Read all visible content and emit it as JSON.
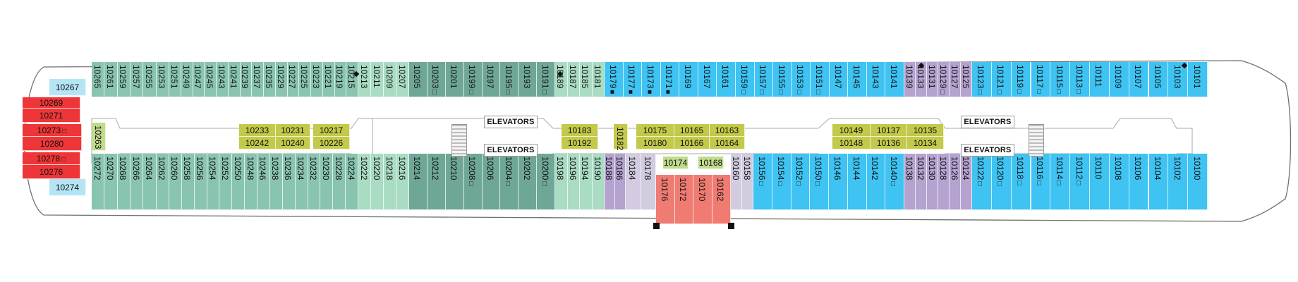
{
  "colors": {
    "blue": "#3ec3f2",
    "teal_dark": "#6fa796",
    "teal_mid": "#89c4b0",
    "mint": "#a9dcc3",
    "lavender": "#b4a2cf",
    "lilac_light": "#d3cbe0",
    "light_blue": "#b5e5f5",
    "red": "#ee3537",
    "salmon": "#ef7b72",
    "olive": "#c3c94a",
    "light_green": "#c0db8c",
    "pale_grey": "#dcdcdc"
  },
  "labels": {
    "elevators": "ELEVATORS"
  },
  "symbols": {
    "accessible": "□",
    "connecting": "■",
    "hearing": "⌂"
  },
  "cabins": {
    "upper_row": [
      {
        "n": "10265",
        "c": "teal_mid",
        "s": ""
      },
      {
        "n": "10261",
        "c": "teal_mid",
        "s": ""
      },
      {
        "n": "10259",
        "c": "teal_mid",
        "s": ""
      },
      {
        "n": "10257",
        "c": "teal_mid",
        "s": ""
      },
      {
        "n": "10255",
        "c": "teal_mid",
        "s": ""
      },
      {
        "n": "10253",
        "c": "teal_mid",
        "s": ""
      },
      {
        "n": "10251",
        "c": "teal_mid",
        "s": ""
      },
      {
        "n": "10249",
        "c": "teal_mid",
        "s": ""
      },
      {
        "n": "10247",
        "c": "teal_mid",
        "s": ""
      },
      {
        "n": "10245",
        "c": "teal_mid",
        "s": ""
      },
      {
        "n": "10243",
        "c": "teal_mid",
        "s": ""
      },
      {
        "n": "10241",
        "c": "teal_mid",
        "s": ""
      },
      {
        "n": "10239",
        "c": "teal_mid",
        "s": ""
      },
      {
        "n": "10237",
        "c": "teal_mid",
        "s": ""
      },
      {
        "n": "10235",
        "c": "teal_mid",
        "s": ""
      },
      {
        "n": "10229",
        "c": "teal_mid",
        "s": ""
      },
      {
        "n": "10227",
        "c": "teal_mid",
        "s": ""
      },
      {
        "n": "10225",
        "c": "teal_mid",
        "s": ""
      },
      {
        "n": "10223",
        "c": "teal_mid",
        "s": ""
      },
      {
        "n": "10221",
        "c": "teal_mid",
        "s": ""
      },
      {
        "n": "10219",
        "c": "teal_mid",
        "s": ""
      },
      {
        "n": "10215",
        "c": "teal_mid",
        "s": ""
      },
      {
        "n": "10213",
        "c": "mint",
        "s": ""
      },
      {
        "n": "10211",
        "c": "mint",
        "s": ""
      },
      {
        "n": "10209",
        "c": "mint",
        "s": ""
      },
      {
        "n": "10207",
        "c": "mint",
        "s": ""
      },
      {
        "n": "10205",
        "c": "teal_dark",
        "s": ""
      },
      {
        "n": "10203",
        "c": "teal_dark",
        "s": "accessible"
      },
      {
        "n": "10201",
        "c": "teal_dark",
        "s": ""
      },
      {
        "n": "10199",
        "c": "teal_dark",
        "s": "accessible"
      },
      {
        "n": "10197",
        "c": "teal_dark",
        "s": ""
      },
      {
        "n": "10195",
        "c": "teal_dark",
        "s": "accessible"
      },
      {
        "n": "10193",
        "c": "teal_dark",
        "s": ""
      },
      {
        "n": "10191",
        "c": "teal_dark",
        "s": "accessible"
      },
      {
        "n": "10189",
        "c": "mint",
        "s": ""
      },
      {
        "n": "10187",
        "c": "mint",
        "s": ""
      },
      {
        "n": "10185",
        "c": "mint",
        "s": ""
      },
      {
        "n": "10181",
        "c": "mint",
        "s": ""
      },
      {
        "n": "10179",
        "c": "blue",
        "s": "connecting"
      },
      {
        "n": "10177",
        "c": "blue",
        "s": "connecting"
      },
      {
        "n": "10173",
        "c": "blue",
        "s": "connecting"
      },
      {
        "n": "10171",
        "c": "blue",
        "s": "connecting"
      },
      {
        "n": "10169",
        "c": "blue",
        "s": ""
      },
      {
        "n": "10167",
        "c": "blue",
        "s": ""
      },
      {
        "n": "10161",
        "c": "blue",
        "s": ""
      },
      {
        "n": "10159",
        "c": "blue",
        "s": "accessible"
      },
      {
        "n": "10157",
        "c": "blue",
        "s": "accessible"
      },
      {
        "n": "10155",
        "c": "blue",
        "s": "accessible"
      },
      {
        "n": "10153",
        "c": "blue",
        "s": "accessible"
      },
      {
        "n": "10151",
        "c": "blue",
        "s": "accessible"
      },
      {
        "n": "10147",
        "c": "blue",
        "s": ""
      },
      {
        "n": "10145",
        "c": "blue",
        "s": ""
      },
      {
        "n": "10143",
        "c": "blue",
        "s": ""
      },
      {
        "n": "10141",
        "c": "blue",
        "s": ""
      },
      {
        "n": "10139",
        "c": "lavender",
        "s": ""
      },
      {
        "n": "10133",
        "c": "lavender",
        "s": ""
      },
      {
        "n": "10131",
        "c": "lavender",
        "s": ""
      },
      {
        "n": "10129",
        "c": "lavender",
        "s": "accessible"
      },
      {
        "n": "10127",
        "c": "lavender",
        "s": ""
      },
      {
        "n": "10125",
        "c": "lavender",
        "s": ""
      },
      {
        "n": "10123",
        "c": "blue",
        "s": "accessible"
      },
      {
        "n": "10121",
        "c": "blue",
        "s": "accessible"
      },
      {
        "n": "10119",
        "c": "blue",
        "s": "accessible"
      },
      {
        "n": "10117",
        "c": "blue",
        "s": "accessible"
      },
      {
        "n": "10115",
        "c": "blue",
        "s": "accessible"
      },
      {
        "n": "10113",
        "c": "blue",
        "s": "accessible"
      },
      {
        "n": "10111",
        "c": "blue",
        "s": ""
      },
      {
        "n": "10109",
        "c": "blue",
        "s": ""
      },
      {
        "n": "10107",
        "c": "blue",
        "s": ""
      },
      {
        "n": "10105",
        "c": "blue",
        "s": ""
      },
      {
        "n": "10103",
        "c": "blue",
        "s": ""
      },
      {
        "n": "10101",
        "c": "blue",
        "s": ""
      }
    ],
    "lower_row": [
      {
        "n": "10272",
        "c": "teal_mid",
        "s": ""
      },
      {
        "n": "10270",
        "c": "teal_mid",
        "s": ""
      },
      {
        "n": "10268",
        "c": "teal_mid",
        "s": ""
      },
      {
        "n": "10266",
        "c": "teal_mid",
        "s": ""
      },
      {
        "n": "10264",
        "c": "teal_mid",
        "s": ""
      },
      {
        "n": "10262",
        "c": "teal_mid",
        "s": ""
      },
      {
        "n": "10260",
        "c": "teal_mid",
        "s": ""
      },
      {
        "n": "10258",
        "c": "teal_mid",
        "s": ""
      },
      {
        "n": "10256",
        "c": "teal_mid",
        "s": ""
      },
      {
        "n": "10254",
        "c": "teal_mid",
        "s": ""
      },
      {
        "n": "10252",
        "c": "teal_mid",
        "s": ""
      },
      {
        "n": "10250",
        "c": "teal_mid",
        "s": ""
      },
      {
        "n": "10248",
        "c": "teal_mid",
        "s": ""
      },
      {
        "n": "10246",
        "c": "teal_mid",
        "s": ""
      },
      {
        "n": "10238",
        "c": "teal_mid",
        "s": ""
      },
      {
        "n": "10236",
        "c": "teal_mid",
        "s": ""
      },
      {
        "n": "10234",
        "c": "teal_mid",
        "s": ""
      },
      {
        "n": "10232",
        "c": "teal_mid",
        "s": ""
      },
      {
        "n": "10230",
        "c": "teal_mid",
        "s": ""
      },
      {
        "n": "10228",
        "c": "teal_mid",
        "s": ""
      },
      {
        "n": "10224",
        "c": "teal_mid",
        "s": ""
      },
      {
        "n": "10222",
        "c": "mint",
        "s": ""
      },
      {
        "n": "10220",
        "c": "mint",
        "s": ""
      },
      {
        "n": "10218",
        "c": "mint",
        "s": ""
      },
      {
        "n": "10216",
        "c": "mint",
        "s": ""
      },
      {
        "n": "10214",
        "c": "teal_dark",
        "s": ""
      },
      {
        "n": "10212",
        "c": "teal_dark",
        "s": ""
      },
      {
        "n": "10210",
        "c": "teal_dark",
        "s": ""
      },
      {
        "n": "10208",
        "c": "teal_dark",
        "s": "accessible"
      },
      {
        "n": "10206",
        "c": "teal_dark",
        "s": ""
      },
      {
        "n": "10204",
        "c": "teal_dark",
        "s": "accessible"
      },
      {
        "n": "10202",
        "c": "teal_dark",
        "s": ""
      },
      {
        "n": "10200",
        "c": "teal_dark",
        "s": "accessible"
      },
      {
        "n": "10198",
        "c": "mint",
        "s": ""
      },
      {
        "n": "10196",
        "c": "mint",
        "s": ""
      },
      {
        "n": "10194",
        "c": "mint",
        "s": ""
      },
      {
        "n": "10190",
        "c": "mint",
        "s": ""
      },
      {
        "n": "10188",
        "c": "lavender",
        "s": ""
      },
      {
        "n": "10186",
        "c": "lavender",
        "s": ""
      },
      {
        "n": "10184",
        "c": "lilac_light",
        "s": ""
      },
      {
        "n": "10178",
        "c": "lilac_light",
        "s": ""
      },
      {
        "n": "10160",
        "c": "lilac_light",
        "s": ""
      },
      {
        "n": "10158",
        "c": "lilac_light",
        "s": ""
      },
      {
        "n": "10156",
        "c": "blue",
        "s": "accessible"
      },
      {
        "n": "10154",
        "c": "blue",
        "s": "accessible"
      },
      {
        "n": "10152",
        "c": "blue",
        "s": "accessible"
      },
      {
        "n": "10150",
        "c": "blue",
        "s": "accessible"
      },
      {
        "n": "10146",
        "c": "blue",
        "s": ""
      },
      {
        "n": "10144",
        "c": "blue",
        "s": ""
      },
      {
        "n": "10142",
        "c": "blue",
        "s": ""
      },
      {
        "n": "10140",
        "c": "blue",
        "s": "accessible"
      },
      {
        "n": "10138",
        "c": "lavender",
        "s": ""
      },
      {
        "n": "10132",
        "c": "lavender",
        "s": ""
      },
      {
        "n": "10130",
        "c": "lavender",
        "s": ""
      },
      {
        "n": "10128",
        "c": "lavender",
        "s": ""
      },
      {
        "n": "10126",
        "c": "lavender",
        "s": ""
      },
      {
        "n": "10124",
        "c": "lavender",
        "s": ""
      },
      {
        "n": "10122",
        "c": "blue",
        "s": "accessible"
      },
      {
        "n": "10120",
        "c": "blue",
        "s": "accessible"
      },
      {
        "n": "10118",
        "c": "blue",
        "s": "accessible"
      },
      {
        "n": "10116",
        "c": "blue",
        "s": "accessible"
      },
      {
        "n": "10114",
        "c": "blue",
        "s": "accessible"
      },
      {
        "n": "10112",
        "c": "blue",
        "s": "accessible"
      },
      {
        "n": "10110",
        "c": "blue",
        "s": ""
      },
      {
        "n": "10108",
        "c": "blue",
        "s": ""
      },
      {
        "n": "10106",
        "c": "blue",
        "s": ""
      },
      {
        "n": "10104",
        "c": "blue",
        "s": ""
      },
      {
        "n": "10102",
        "c": "blue",
        "s": ""
      },
      {
        "n": "10100",
        "c": "blue",
        "s": ""
      }
    ],
    "aft_suites": [
      {
        "n": "10267",
        "c": "light_blue",
        "s": ""
      },
      {
        "n": "10269",
        "c": "red",
        "s": ""
      },
      {
        "n": "10271",
        "c": "red",
        "s": ""
      },
      {
        "n": "10273",
        "c": "red",
        "s": "accessible"
      },
      {
        "n": "10280",
        "c": "red",
        "s": ""
      },
      {
        "n": "10278",
        "c": "red",
        "s": "accessible"
      },
      {
        "n": "10276",
        "c": "red",
        "s": ""
      },
      {
        "n": "10274",
        "c": "light_blue",
        "s": ""
      }
    ],
    "midship_suites": [
      {
        "n": "10176",
        "c": "salmon",
        "s": ""
      },
      {
        "n": "10172",
        "c": "salmon",
        "s": ""
      },
      {
        "n": "10170",
        "c": "salmon",
        "s": ""
      },
      {
        "n": "10162",
        "c": "salmon",
        "s": ""
      }
    ],
    "interior_small": [
      {
        "n": "10174",
        "c": "light_green",
        "s": ""
      },
      {
        "n": "10168",
        "c": "light_green",
        "s": ""
      },
      {
        "n": "10263",
        "c": "light_green",
        "s": ""
      }
    ],
    "interior_upper": [
      {
        "n": "10233",
        "c": "olive",
        "s": ""
      },
      {
        "n": "10231",
        "c": "olive",
        "s": ""
      },
      {
        "n": "10217",
        "c": "olive",
        "s": ""
      },
      {
        "n": "10183",
        "c": "olive",
        "s": ""
      },
      {
        "n": "10175",
        "c": "olive",
        "s": ""
      },
      {
        "n": "10165",
        "c": "olive",
        "s": ""
      },
      {
        "n": "10163",
        "c": "olive",
        "s": ""
      },
      {
        "n": "10149",
        "c": "olive",
        "s": ""
      },
      {
        "n": "10137",
        "c": "olive",
        "s": ""
      },
      {
        "n": "10135",
        "c": "olive",
        "s": ""
      }
    ],
    "interior_lower": [
      {
        "n": "10242",
        "c": "olive",
        "s": ""
      },
      {
        "n": "10240",
        "c": "olive",
        "s": ""
      },
      {
        "n": "10226",
        "c": "olive",
        "s": ""
      },
      {
        "n": "10192",
        "c": "olive",
        "s": ""
      },
      {
        "n": "10180",
        "c": "olive",
        "s": ""
      },
      {
        "n": "10166",
        "c": "olive",
        "s": ""
      },
      {
        "n": "10164",
        "c": "olive",
        "s": ""
      },
      {
        "n": "10148",
        "c": "olive",
        "s": ""
      },
      {
        "n": "10136",
        "c": "olive",
        "s": ""
      },
      {
        "n": "10134",
        "c": "olive",
        "s": ""
      }
    ],
    "interior_vertical": [
      {
        "n": "10182",
        "c": "olive",
        "s": ""
      }
    ]
  }
}
